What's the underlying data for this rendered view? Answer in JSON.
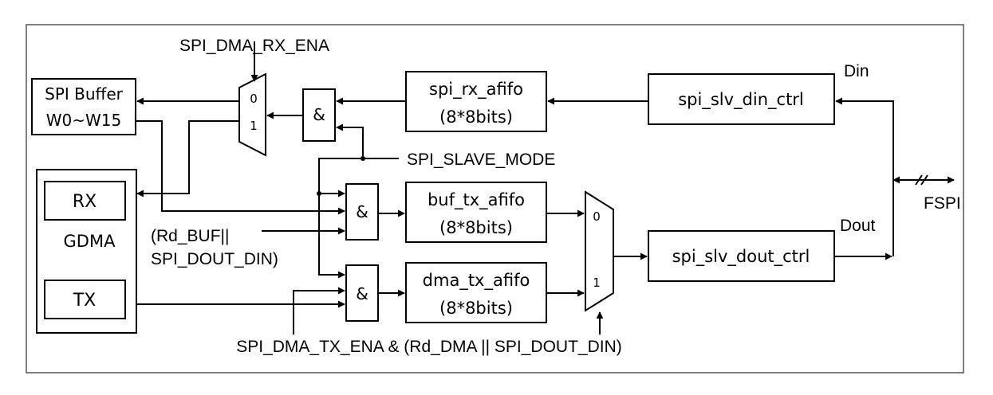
{
  "blocks": {
    "spi_buffer": {
      "line1": "SPI Buffer",
      "line2": "W0~W15"
    },
    "gdma": {
      "label": "GDMA",
      "rx": "RX",
      "tx": "TX"
    },
    "mux_rx": {
      "in0": "0",
      "in1": "1"
    },
    "mux_tx": {
      "in0": "0",
      "in1": "1"
    },
    "and_symbol": "&",
    "spi_rx_afifo": {
      "line1": "spi_rx_afifo",
      "line2": "(8*8bits)"
    },
    "buf_tx_afifo": {
      "line1": "buf_tx_afifo",
      "line2": "(8*8bits)"
    },
    "dma_tx_afifo": {
      "line1": "dma_tx_afifo",
      "line2": "(8*8bits)"
    },
    "spi_slv_din_ctrl": "spi_slv_din_ctrl",
    "spi_slv_dout_ctrl": "spi_slv_dout_ctrl"
  },
  "signals": {
    "spi_dma_rx_ena": "SPI_DMA_RX_ENA",
    "spi_slave_mode": "SPI_SLAVE_MODE",
    "rd_buf_line1": "(Rd_BUF||",
    "rd_buf_line2": "SPI_DOUT_DIN)",
    "spi_dma_tx_ena": "SPI_DMA_TX_ENA & (Rd_DMA || SPI_DOUT_DIN)",
    "din": "Din",
    "dout": "Dout",
    "fspi": "FSPI"
  }
}
